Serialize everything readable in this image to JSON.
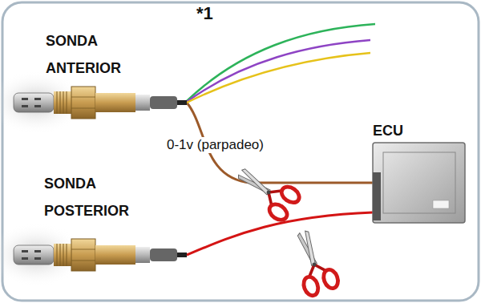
{
  "diagram": {
    "nodes": [
      {
        "text": [
          "SONDA ANTERIOR"
        ]
      },
      {
        "text": [
          "SONDA POSTERIOR"
        ]
      },
      {
        "text": [
          "ECU"
        ]
      }
    ],
    "edges": [
      {
        "from": 0,
        "to": 2,
        "arrow": "none",
        "label": "0-1v (parpadeo)"
      },
      {
        "from": 1,
        "to": 2,
        "arrow": "none"
      }
    ],
    "labels": [
      "*1"
    ]
  }
}
